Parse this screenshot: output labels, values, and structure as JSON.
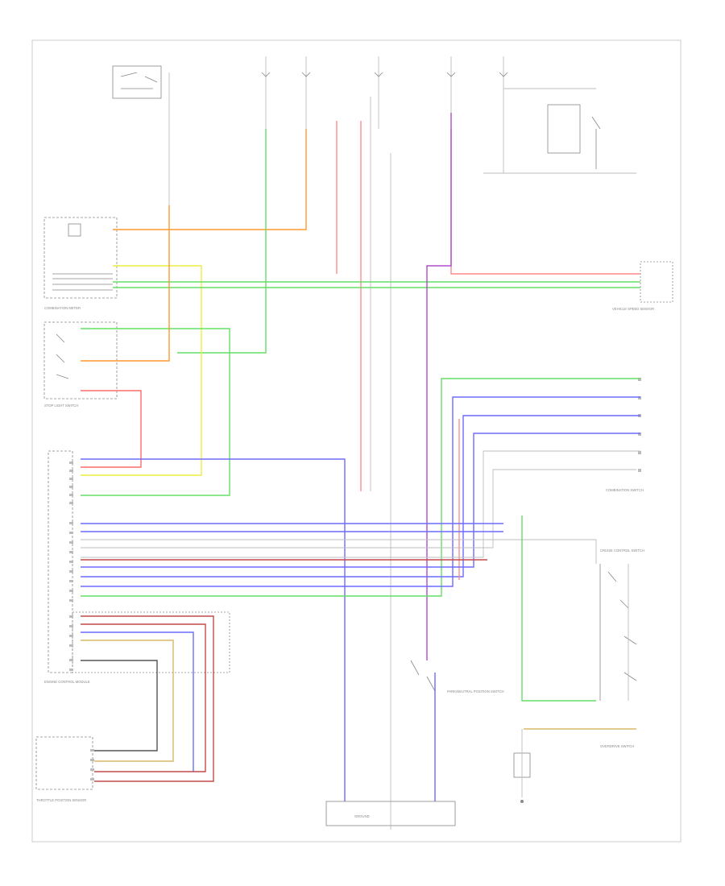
{
  "colors": {
    "red": "#ff6b6b",
    "orange": "#ff9a2e",
    "green": "#66dd66",
    "yellow": "#eeee44",
    "blue": "#6b6bff",
    "purple": "#b04ccc",
    "pink": "#ff8a8a",
    "tan": "#d9b866",
    "maroon": "#c44a4a",
    "black": "#555555",
    "gray": "#bbbbbb"
  },
  "labels": {
    "combination_meter": "COMBINATION METER",
    "vehicle_speed_sensor": "VEHICLE SPEED SENSOR",
    "engine_control_module": "ENGINE CONTROL MODULE",
    "throttle_position_sensor": "THROTTLE POSITION SENSOR",
    "overdrive_switch": "OVERDRIVE SWITCH",
    "cruise_control_switch": "CRUISE CONTROL SWITCH",
    "combination_switch": "COMBINATION SWITCH",
    "stop_light_switch": "STOP LIGHT SWITCH",
    "park_neutral_switch": "PARK/NEUTRAL POSITION SWITCH",
    "ground": "GROUND"
  },
  "footer": {
    "page_ref": ""
  }
}
